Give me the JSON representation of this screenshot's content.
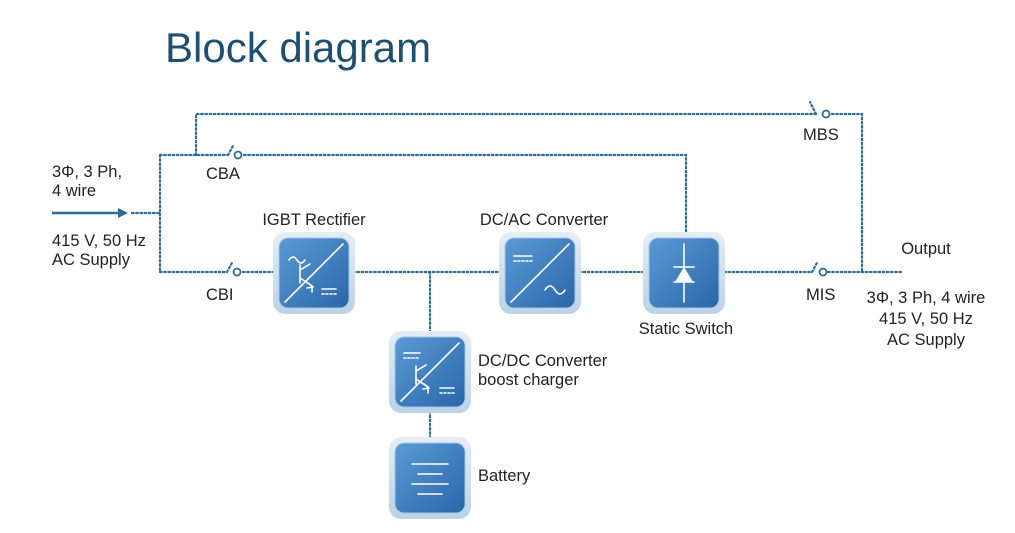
{
  "title": "Block diagram",
  "input": {
    "line1": "3Φ, 3 Ph,",
    "line2": "4 wire",
    "line3": "415 V, 50 Hz",
    "line4": "AC Supply"
  },
  "output": {
    "heading": "Output",
    "line1": "3Φ, 3 Ph, 4 wire",
    "line2": "415 V, 50 Hz",
    "line3": "AC Supply"
  },
  "switches": {
    "cba": "CBA",
    "cbi": "CBI",
    "mbs": "MBS",
    "mis": "MIS"
  },
  "blocks": {
    "rectifier": "IGBT Rectifier",
    "inverter": "DC/AC Converter",
    "static_switch": "Static Switch",
    "dcdc_line1": "DC/DC Converter",
    "dcdc_line2": "boost charger",
    "battery": "Battery"
  },
  "colors": {
    "title": "#1f4f70",
    "wire": "#2f6b97",
    "block_fill": "#3c7fc0",
    "block_border": "#cfe0ef"
  }
}
